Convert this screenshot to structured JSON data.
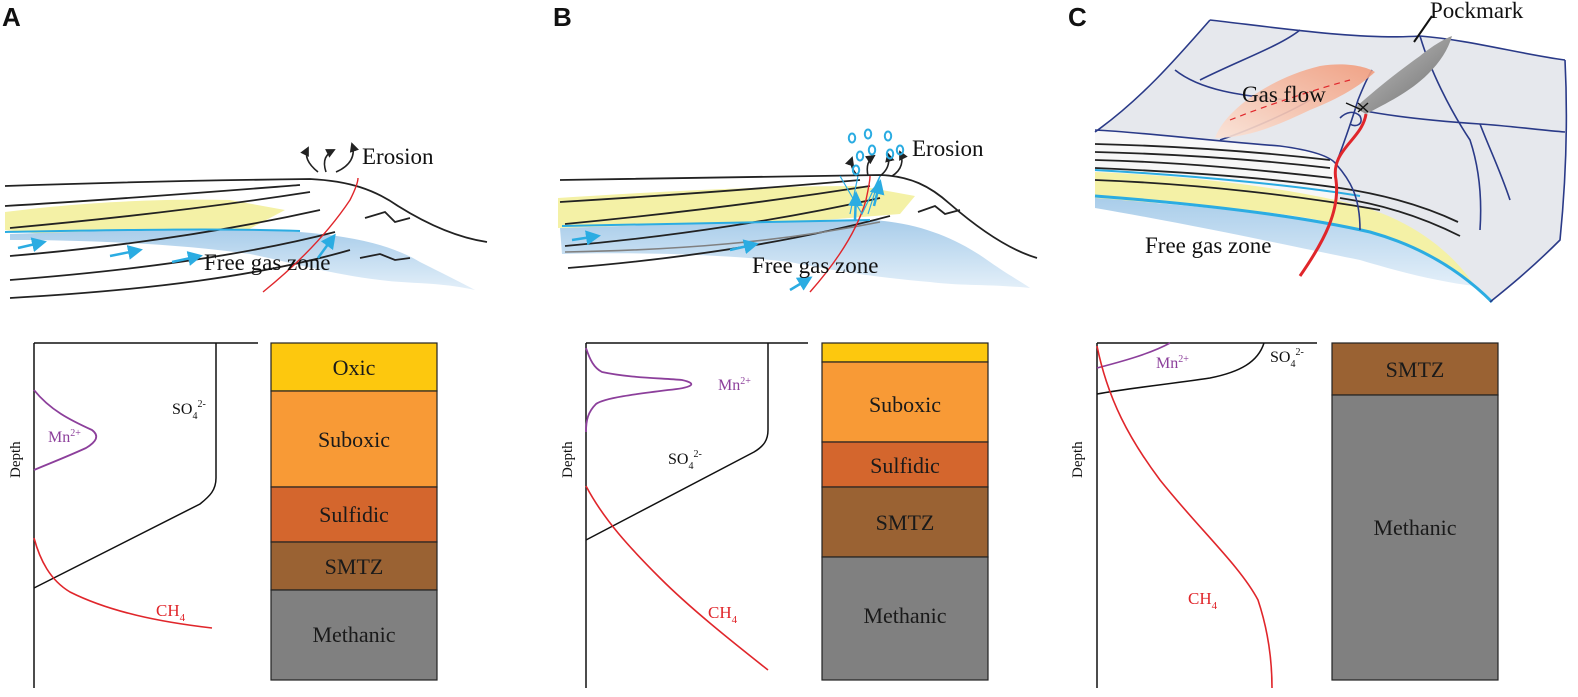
{
  "colors": {
    "oxic": "#fdc80e",
    "suboxic": "#f89a36",
    "sulfidic": "#d4662d",
    "smtz": "#9a6233",
    "methanic": "#808080",
    "mn": "#8c3f9b",
    "ch4": "#e0262b",
    "gas_arrow": "#2bace2",
    "yellow_sediment": "#f4f1a6",
    "free_gas": "#bcd8ee",
    "block_line": "#2a3a88"
  },
  "panels": [
    {
      "letter": "A",
      "erosion": "Erosion",
      "free_gas": "Free gas zone",
      "depth": "Depth",
      "mn": "Mn",
      "mn_sup": "2+",
      "so4": "SO",
      "so4_sub": "4",
      "so4_sup": "2-",
      "ch4": "CH",
      "ch4_sub": "4",
      "zones": [
        "Oxic",
        "Suboxic",
        "Sulfidic",
        "SMTZ",
        "Methanic"
      ]
    },
    {
      "letter": "B",
      "erosion": "Erosion",
      "free_gas": "Free gas zone",
      "depth": "Depth",
      "mn": "Mn",
      "mn_sup": "2+",
      "so4": "SO",
      "so4_sub": "4",
      "so4_sup": "2-",
      "ch4": "CH",
      "ch4_sub": "4",
      "zones": [
        "",
        "Suboxic",
        "Sulfidic",
        "SMTZ",
        "Methanic"
      ]
    },
    {
      "letter": "C",
      "pockmark": "Pockmark",
      "gas_flow": "Gas flow",
      "free_gas": "Free gas zone",
      "depth": "Depth",
      "mn": "Mn",
      "mn_sup": "2+",
      "so4": "SO",
      "so4_sub": "4",
      "so4_sup": "2-",
      "ch4": "CH",
      "ch4_sub": "4",
      "zones": [
        "SMTZ",
        "Methanic"
      ]
    }
  ]
}
